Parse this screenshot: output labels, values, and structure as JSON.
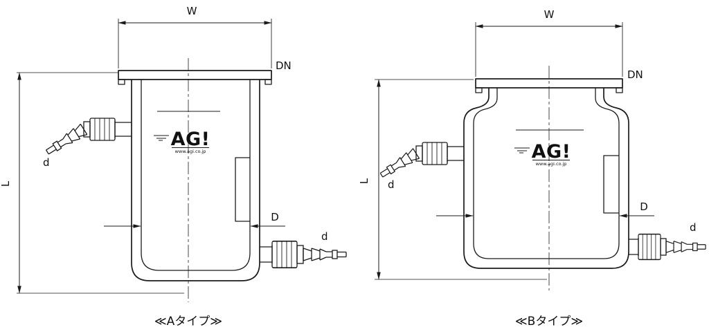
{
  "drawing": {
    "ink_color": "#1a1a1a",
    "background_color": "#ffffff",
    "dimension_labels": {
      "width": "W",
      "flange_size": "DN",
      "height": "L",
      "inner_diameter": "D",
      "hose_diameter": "d"
    },
    "logo": {
      "brand": "AG!",
      "url": "www.agi.co.jp"
    },
    "variants": {
      "a": {
        "caption": "≪Aタイプ≫"
      },
      "b": {
        "caption": "≪Bタイプ≫"
      }
    }
  }
}
